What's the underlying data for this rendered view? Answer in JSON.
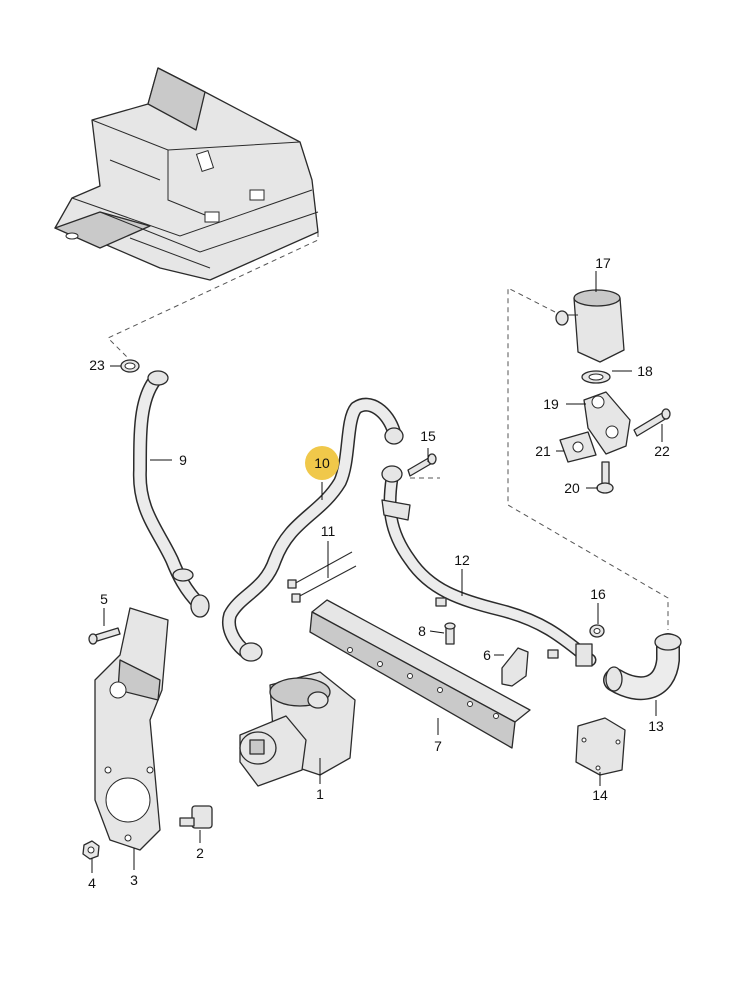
{
  "diagram": {
    "highlighted_callout": "10",
    "highlight_color": "#f0c84a",
    "callouts": {
      "c1": "1",
      "c2": "2",
      "c3": "3",
      "c4": "4",
      "c5": "5",
      "c6": "6",
      "c7": "7",
      "c8": "8",
      "c9": "9",
      "c10": "10",
      "c11": "11",
      "c12": "12",
      "c13": "13",
      "c14": "14",
      "c15": "15",
      "c16": "16",
      "c17": "17",
      "c18": "18",
      "c19": "19",
      "c20": "20",
      "c21": "21",
      "c22": "22",
      "c23": "23"
    }
  }
}
